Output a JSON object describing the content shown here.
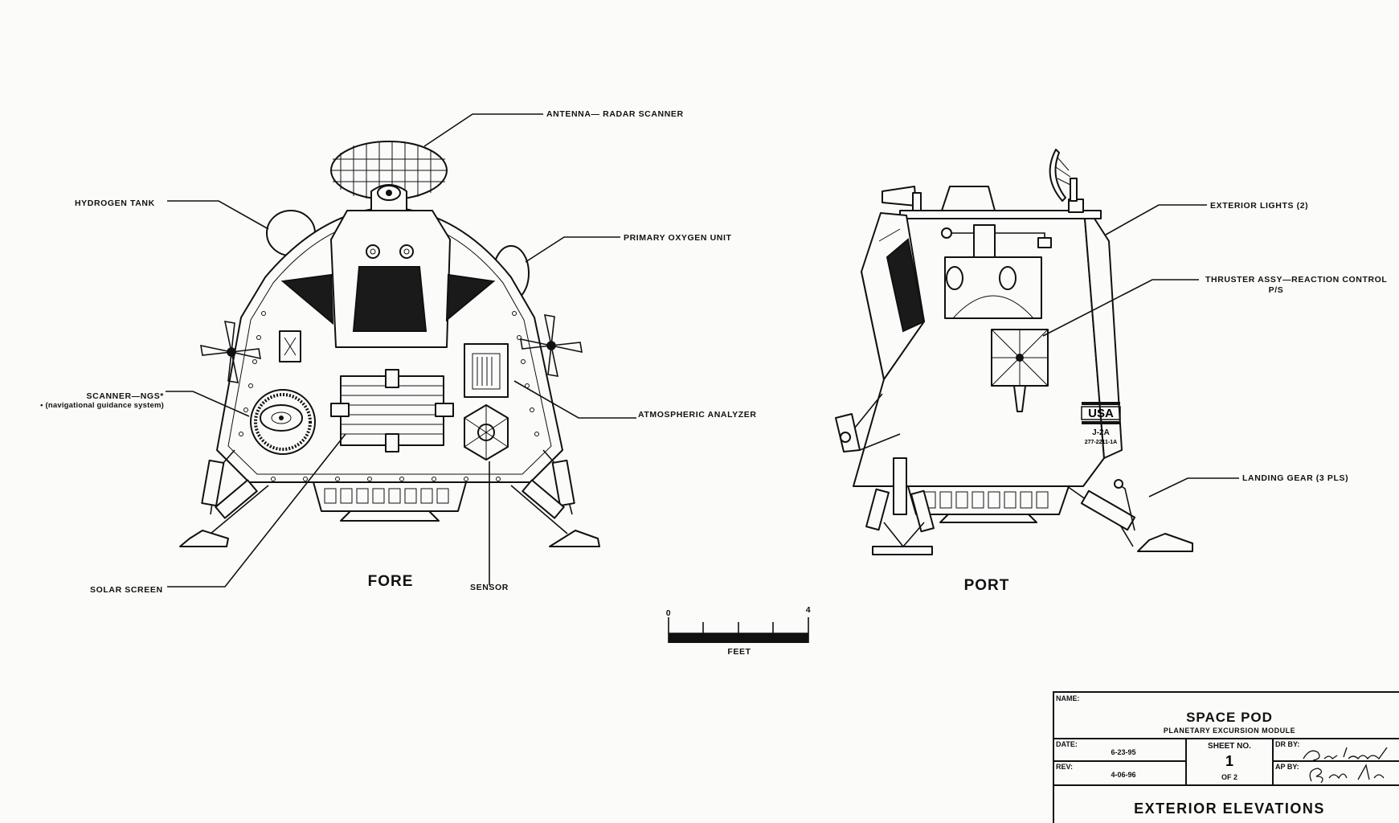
{
  "labels": {
    "antenna_radar_scanner": "ANTENNA— RADAR SCANNER",
    "hydrogen_tank": "HYDROGEN TANK",
    "primary_oxygen_unit": "PRIMARY OXYGEN UNIT",
    "scanner_ngs": "SCANNER—NGS*",
    "scanner_ngs_note": "• (navigational guidance system)",
    "atmospheric_analyzer": "ATMOSPHERIC ANALYZER",
    "solar_screen": "SOLAR SCREEN",
    "sensor": "SENSOR",
    "exterior_lights": "EXTERIOR LIGHTS (2)",
    "thruster_line1": "THRUSTER ASSY—REACTION CONTROL",
    "thruster_line2": "P/S",
    "landing_gear": "LANDING GEAR (3 PLS)"
  },
  "views": {
    "fore": "FORE",
    "port": "PORT"
  },
  "port_markings": {
    "flag": "USA",
    "code": "J-2A",
    "serial": "277-2211-1A"
  },
  "scale": {
    "min": "0",
    "max": "4",
    "unit": "FEET"
  },
  "title_block": {
    "name_label": "NAME:",
    "title": "SPACE POD",
    "subtitle": "PLANETARY EXCURSION MODULE",
    "date_label": "DATE:",
    "date": "6-23-95",
    "rev_label": "REV:",
    "rev": "4-06-96",
    "sheet_label": "SHEET NO.",
    "sheet_no": "1",
    "sheet_of": "OF 2",
    "dr_by_label": "DR BY:",
    "ap_by_label": "AP BY:",
    "drawing_title": "EXTERIOR ELEVATIONS"
  }
}
